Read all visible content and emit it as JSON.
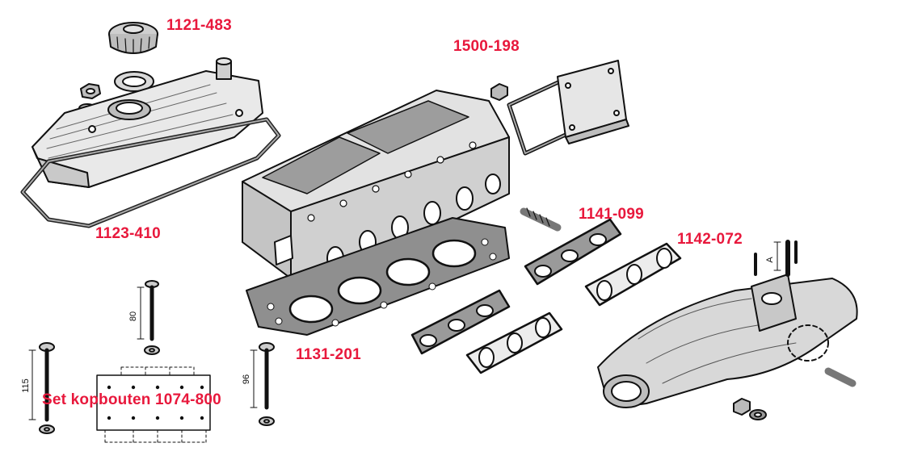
{
  "labels": {
    "oil_cap": "1121-483",
    "rocker_gasket": "1123-410",
    "plate": "1500-198",
    "head_gasket": "1131-201",
    "exhaust_gasket": "1141-099",
    "inlet_gasket": "1142-072",
    "bolt_set": "Set kopbouten 1074-800"
  },
  "dimensions": {
    "short_bolt": "80",
    "long_bolt": "115",
    "mid_bolt": "96",
    "stud": "A"
  },
  "colors": {
    "label": "#e8183c",
    "line": "#111111",
    "gasket_fill": "#9a9a9a"
  }
}
